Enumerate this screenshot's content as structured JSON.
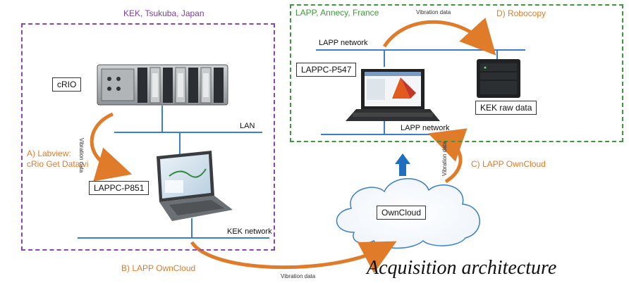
{
  "regions": {
    "kek_title": "KEK, Tsukuba, Japan",
    "lapp_title": "LAPP, Annecy, France"
  },
  "nodes": {
    "crio": "cRIO",
    "lappc_p851": "LAPPC-P851",
    "lappc_p547": "LAPPC-P547",
    "kek_raw_data": "KEK raw data",
    "owncloud": "OwnCloud"
  },
  "networks": {
    "lan": "LAN",
    "kek_network": "KEK network",
    "lapp_network_top": "LAPP network",
    "lapp_network_bottom": "LAPP network"
  },
  "steps": {
    "a_line1": "A) Labview:",
    "a_line2": "cRio Get Data.vi",
    "b": "B) LAPP OwnCloud",
    "c": "C) LAPP OwnCloud",
    "d": "D) Robocopy"
  },
  "arrow_labels": {
    "vibration_a": "Vibration data",
    "vibration_b": "Vibration data",
    "vibration_c": "Vibration data",
    "vibration_d": "Vibration data"
  },
  "caption": "Acquisition architecture",
  "colors": {
    "kek_border": "#8e44ad",
    "lapp_border": "#3c9a3c",
    "network_line": "#3b7ec9",
    "step_arrow": "#e07b2a",
    "upload_arrow": "#1f6fbf"
  }
}
